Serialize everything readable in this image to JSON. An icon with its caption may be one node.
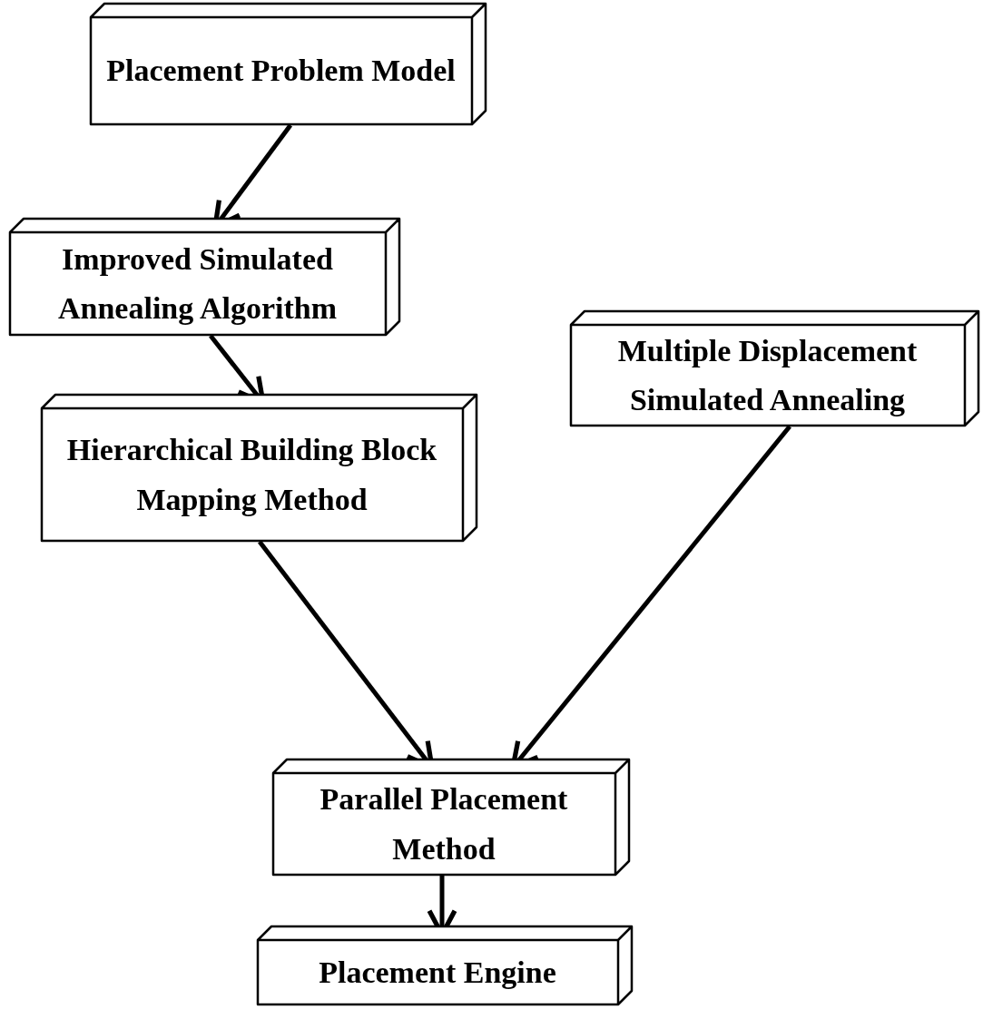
{
  "diagram": {
    "nodes": [
      {
        "text": [
          "Placement Problem Model"
        ]
      },
      {
        "text": [
          "Improved Simulated Annealing Algorithm"
        ]
      },
      {
        "text": [
          "Hierarchical Building Block Mapping Method"
        ]
      },
      {
        "text": [
          "Multiple Displacement Simulated Annealing"
        ]
      },
      {
        "text": [
          "Parallel Placement Method"
        ]
      },
      {
        "text": [
          "Placement Engine"
        ]
      }
    ],
    "edges": [
      {
        "from": 0,
        "to": 1,
        "arrow": "to"
      },
      {
        "from": 1,
        "to": 2,
        "arrow": "to"
      },
      {
        "from": 2,
        "to": 4,
        "arrow": "to"
      },
      {
        "from": 3,
        "to": 4,
        "arrow": "to"
      },
      {
        "from": 4,
        "to": 5,
        "arrow": "to"
      }
    ]
  }
}
